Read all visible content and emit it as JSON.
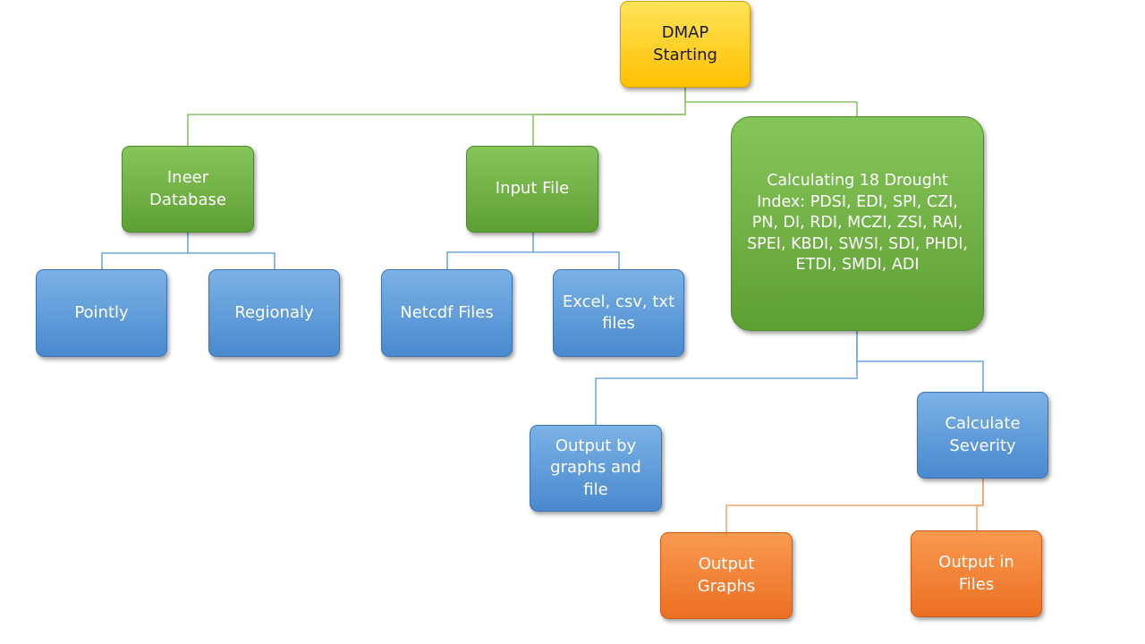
{
  "diagram": {
    "nodes": {
      "dmap": "DMAP\nStarting",
      "inner_database": "Ineer\nDatabase",
      "input_file": "Input File",
      "calculating": "Calculating 18 Drought\nIndex: PDSI, EDI, SPI, CZI,\nPN, DI, RDI, MCZI, ZSI, RAI,\nSPEI, KBDI, SWSI, SDI, PHDI,\nETDI, SMDI, ADI",
      "pointly": "Pointly",
      "regionaly": "Regionaly",
      "netcdf_files": "Netcdf Files",
      "excel_files": "Excel, csv, txt\nfiles",
      "output_graphs_file": "Output by\ngraphs and\nfile",
      "calculate_severity": "Calculate\nSeverity",
      "output_graphs": "Output\nGraphs",
      "output_files": "Output in\nFiles"
    },
    "edges": [
      {
        "from": "dmap",
        "to": "inner_database"
      },
      {
        "from": "dmap",
        "to": "input_file"
      },
      {
        "from": "dmap",
        "to": "calculating"
      },
      {
        "from": "inner_database",
        "to": "pointly"
      },
      {
        "from": "inner_database",
        "to": "regionaly"
      },
      {
        "from": "input_file",
        "to": "netcdf_files"
      },
      {
        "from": "input_file",
        "to": "excel_files"
      },
      {
        "from": "calculating",
        "to": "output_graphs_file"
      },
      {
        "from": "calculating",
        "to": "calculate_severity"
      },
      {
        "from": "calculate_severity",
        "to": "output_graphs"
      },
      {
        "from": "calculate_severity",
        "to": "output_files"
      }
    ],
    "colors": {
      "root": "#ffc000",
      "level1": "#70ad47",
      "level2": "#5b9bd5",
      "level3": "#ed7d31",
      "connector_green": "#8cc46a",
      "connector_blue": "#6fa8dc",
      "connector_orange": "#f4a46a"
    }
  }
}
